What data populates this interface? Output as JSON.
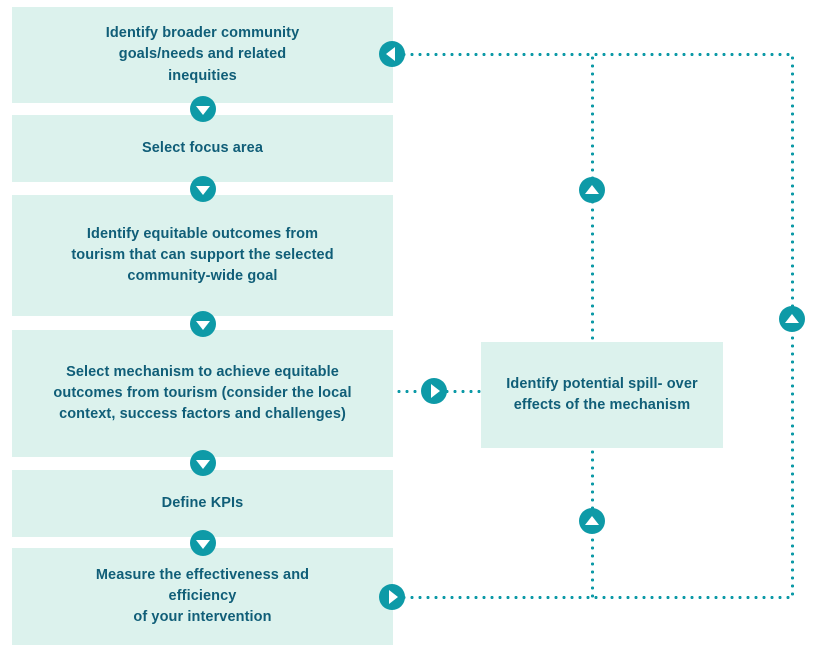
{
  "diagram": {
    "title": "Tourism equity intervention process flow",
    "colors": {
      "box_fill": "#DCF2ED",
      "text": "#105E78",
      "accent": "#0E9AA7",
      "background": "#FFFFFF"
    },
    "main_steps": [
      {
        "id": "step-1",
        "label": "Identify broader community\ngoals/needs and related\ninequities"
      },
      {
        "id": "step-2",
        "label": "Select focus area"
      },
      {
        "id": "step-3",
        "label": "Identify equitable outcomes from\ntourism that can support the selected\ncommunity-wide goal"
      },
      {
        "id": "step-4",
        "label": "Select mechanism to achieve equitable\noutcomes from tourism (consider the local\ncontext, success factors and challenges)"
      },
      {
        "id": "step-5",
        "label": "Define KPIs"
      },
      {
        "id": "step-6",
        "label": "Measure the effectiveness and\nefficiency\nof your intervention"
      }
    ],
    "side_steps": [
      {
        "id": "side-1",
        "label": "Identify potential spill- over\neffects of the mechanism"
      }
    ],
    "connectors": [
      {
        "id": "step1-to-step2",
        "icon": "arrow-down-icon"
      },
      {
        "id": "step2-to-step3",
        "icon": "arrow-down-icon"
      },
      {
        "id": "step3-to-step4",
        "icon": "arrow-down-icon"
      },
      {
        "id": "step4-to-step5",
        "icon": "arrow-down-icon"
      },
      {
        "id": "step5-to-step6",
        "icon": "arrow-down-icon"
      },
      {
        "id": "step4-to-spillover",
        "icon": "arrow-right-icon"
      },
      {
        "id": "spillover-to-step1",
        "icon": "arrow-up-icon"
      },
      {
        "id": "step6-outbound",
        "icon": "arrow-right-icon"
      },
      {
        "id": "feedback-to-step1",
        "icon": "arrow-left-icon"
      },
      {
        "id": "feedback-rise-inner",
        "icon": "arrow-up-icon"
      },
      {
        "id": "feedback-rise-outer",
        "icon": "arrow-up-icon"
      }
    ]
  }
}
